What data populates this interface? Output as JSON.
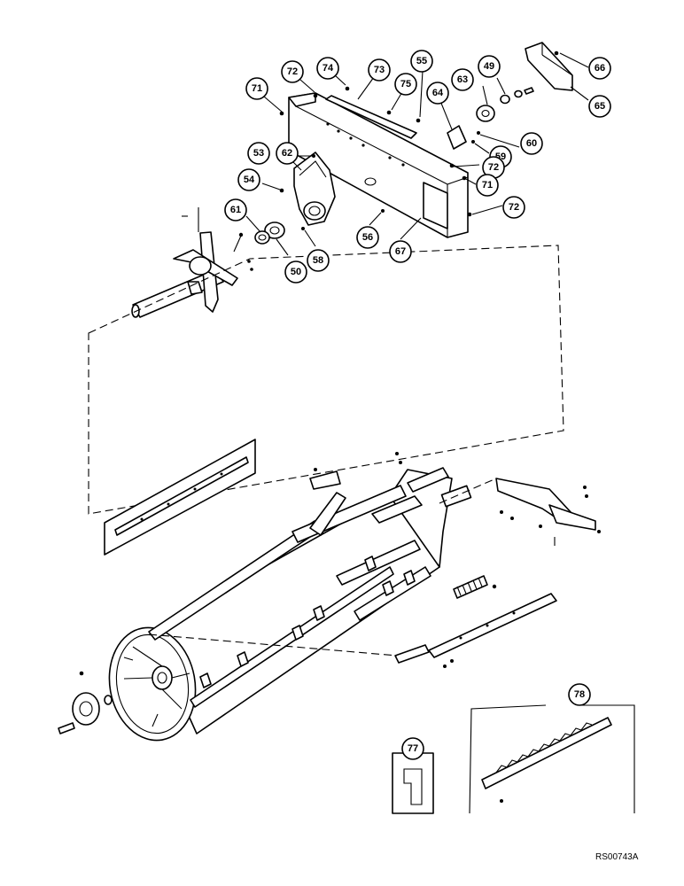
{
  "callouts": [
    {
      "id": "71a",
      "label": "71"
    },
    {
      "id": "72a",
      "label": "72"
    },
    {
      "id": "74",
      "label": "74"
    },
    {
      "id": "73",
      "label": "73"
    },
    {
      "id": "55",
      "label": "55"
    },
    {
      "id": "75",
      "label": "75"
    },
    {
      "id": "49",
      "label": "49"
    },
    {
      "id": "63",
      "label": "63"
    },
    {
      "id": "64",
      "label": "64"
    },
    {
      "id": "66",
      "label": "66"
    },
    {
      "id": "65",
      "label": "65"
    },
    {
      "id": "53",
      "label": "53"
    },
    {
      "id": "62",
      "label": "62"
    },
    {
      "id": "60",
      "label": "60"
    },
    {
      "id": "59",
      "label": "59"
    },
    {
      "id": "72b",
      "label": "72"
    },
    {
      "id": "71b",
      "label": "71"
    },
    {
      "id": "54",
      "label": "54"
    },
    {
      "id": "72c",
      "label": "72"
    },
    {
      "id": "61",
      "label": "61"
    },
    {
      "id": "56",
      "label": "56"
    },
    {
      "id": "50",
      "label": "50"
    },
    {
      "id": "58",
      "label": "58"
    },
    {
      "id": "67",
      "label": "67"
    },
    {
      "id": "78",
      "label": "78"
    },
    {
      "id": "77",
      "label": "77"
    }
  ],
  "reference_code": "RS00743A"
}
